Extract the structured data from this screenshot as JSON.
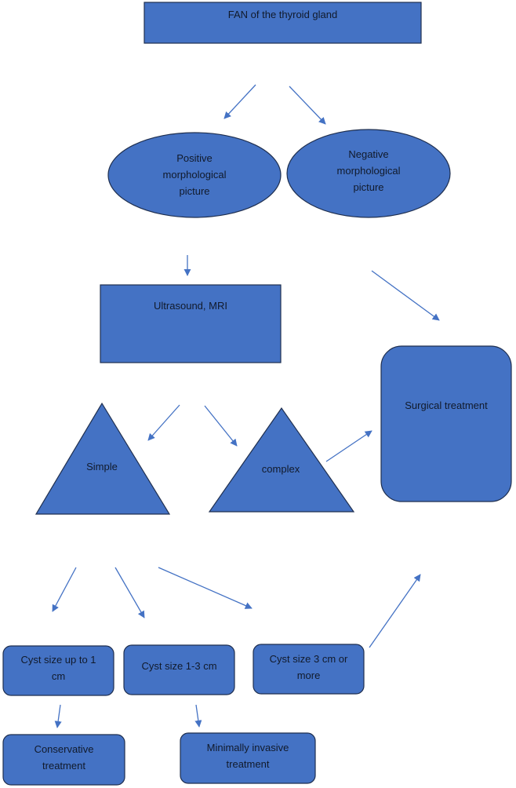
{
  "diagram": {
    "nodes": {
      "fan": "FAN of the thyroid gland",
      "positive": [
        "Positive",
        "morphological",
        "picture"
      ],
      "negative": [
        "Negative",
        "morphological",
        "picture"
      ],
      "imaging": "Ultrasound, MRI",
      "simple": "Simple",
      "complex": "complex",
      "surgical": "Surgical treatment",
      "cyst_small": [
        "Cyst size up to 1",
        "cm"
      ],
      "cyst_mid": "Cyst size 1-3 cm",
      "cyst_large": [
        "Cyst size 3 cm or",
        "more"
      ],
      "conservative": [
        "Conservative",
        "treatment"
      ],
      "minimally_invasive": [
        "Minimally invasive",
        "treatment"
      ]
    },
    "colors": {
      "fill": "#4472c4",
      "stroke": "#1f2f4f",
      "arrow": "#4472c4",
      "text": "#111a2b"
    },
    "edges": [
      {
        "from": "FAN of the thyroid gland",
        "to": "Positive morphological picture"
      },
      {
        "from": "FAN of the thyroid gland",
        "to": "Negative morphological picture"
      },
      {
        "from": "Positive morphological picture",
        "to": "Ultrasound, MRI"
      },
      {
        "from": "Negative morphological picture",
        "to": "Surgical treatment"
      },
      {
        "from": "Ultrasound, MRI",
        "to": "Simple"
      },
      {
        "from": "Ultrasound, MRI",
        "to": "complex"
      },
      {
        "from": "complex",
        "to": "Surgical treatment"
      },
      {
        "from": "Simple",
        "to": "Cyst size up to 1 cm"
      },
      {
        "from": "Simple",
        "to": "Cyst size 1-3 cm"
      },
      {
        "from": "Simple",
        "to": "Cyst size 3 cm or more"
      },
      {
        "from": "Cyst size 3 cm or more",
        "to": "Surgical treatment"
      },
      {
        "from": "Cyst size up to 1 cm",
        "to": "Conservative treatment"
      },
      {
        "from": "Cyst size 1-3 cm",
        "to": "Minimally invasive treatment"
      }
    ]
  }
}
